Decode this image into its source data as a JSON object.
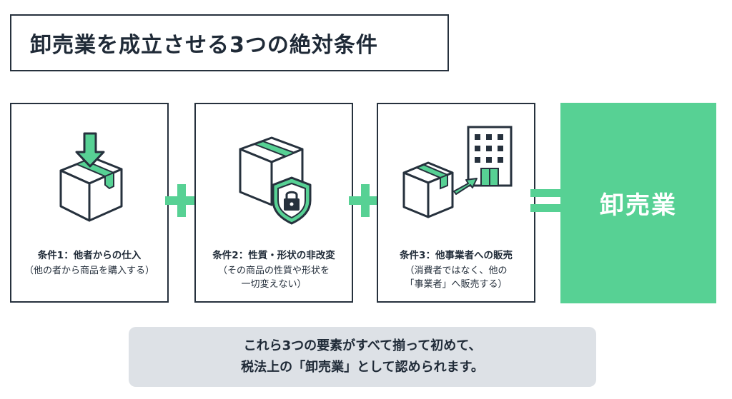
{
  "title": "卸売業を成立させる3つの絶対条件",
  "conditions": [
    {
      "title": "条件1：他者からの仕入",
      "desc": "（他の者から商品を購入する）",
      "icon": "box-down-arrow-icon"
    },
    {
      "title": "条件2：性質・形状の非改変",
      "desc": "（その商品の性質や形状を\n一切変えない）",
      "icon": "box-shield-lock-icon"
    },
    {
      "title": "条件3：他事業者への販売",
      "desc": "（消費者ではなく、他の\n「事業者」へ販売する）",
      "icon": "box-to-building-icon"
    }
  ],
  "operators": {
    "plus_symbol": "+",
    "equals_symbol": "="
  },
  "result": {
    "label": "卸売業"
  },
  "summary": {
    "line1": "これら3つの要素がすべて揃って初めて、",
    "line2": "税法上の「卸売業」として認められます。"
  },
  "colors": {
    "accent_green": "#57d194",
    "outline_dark": "#26313d",
    "summary_bg": "#dde1e6"
  }
}
